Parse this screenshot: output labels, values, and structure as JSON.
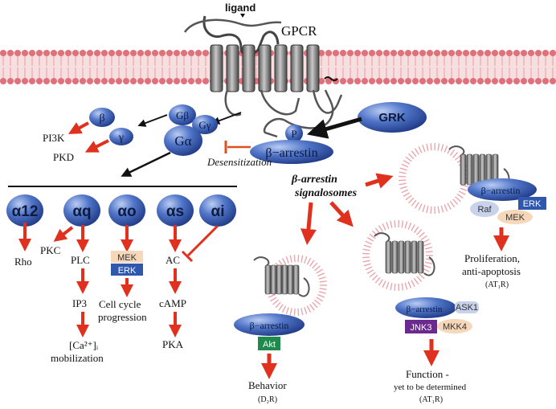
{
  "labels": {
    "ligand": "ligand",
    "gpcr": "GPCR",
    "grk": "GRK",
    "p": "P",
    "barrestin": "β−arrestin",
    "desensitization": "Desensitization",
    "signalosomes_1": "β-arrestin",
    "signalosomes_2": "signalosomes",
    "g_beta": "Gβ",
    "g_gamma": "Gγ",
    "g_alpha": "Gα",
    "beta": "β",
    "gamma": "γ",
    "pi3k": "PI3K",
    "pkd": "PKD"
  },
  "alpha_subunits": [
    {
      "label": "α12"
    },
    {
      "label": "αq"
    },
    {
      "label": "αo"
    },
    {
      "label": "αs"
    },
    {
      "label": "αi"
    }
  ],
  "effectors": {
    "rho": "Rho",
    "pkc": "PKC",
    "plc": "PLC",
    "ip3": "IP3",
    "ca": "[Ca²⁺]ᵢ",
    "mobilization": "mobilization",
    "mek": "MEK",
    "erk": "ERK",
    "cell_cycle_1": "Cell cycle",
    "cell_cycle_2": "progression",
    "ac": "AC",
    "camp": "cAMP",
    "pka": "PKA"
  },
  "signalosome_akt": {
    "arrestin": "β−arrestin",
    "akt": "Akt",
    "outcome": "Behavior",
    "receptor": "(D₂R)"
  },
  "signalosome_jnk": {
    "arrestin": "β−arrestin",
    "ask1": "ASK1",
    "jnk3": "JNK3",
    "mkk4": "MKK4",
    "outcome_1": "Function -",
    "outcome_2": "yet to be determined",
    "receptor": "(AT₁R)"
  },
  "signalosome_erk": {
    "arrestin": "β−arrestin",
    "erk": "ERK",
    "raf": "Raf",
    "mek": "MEK",
    "outcome_1": "Proliferation,",
    "outcome_2": "anti-apoptosis",
    "receptor": "(AT₁R)"
  },
  "colors": {
    "arrow_red": "#e0301e",
    "ball_blue": "#3f63b8",
    "membrane_pink": "#e0707a",
    "erk_blue": "#2f57b0",
    "mek_peach": "#f6d7b9",
    "akt_green": "#1f8a4c",
    "jnk_purple": "#6a2a8e"
  }
}
